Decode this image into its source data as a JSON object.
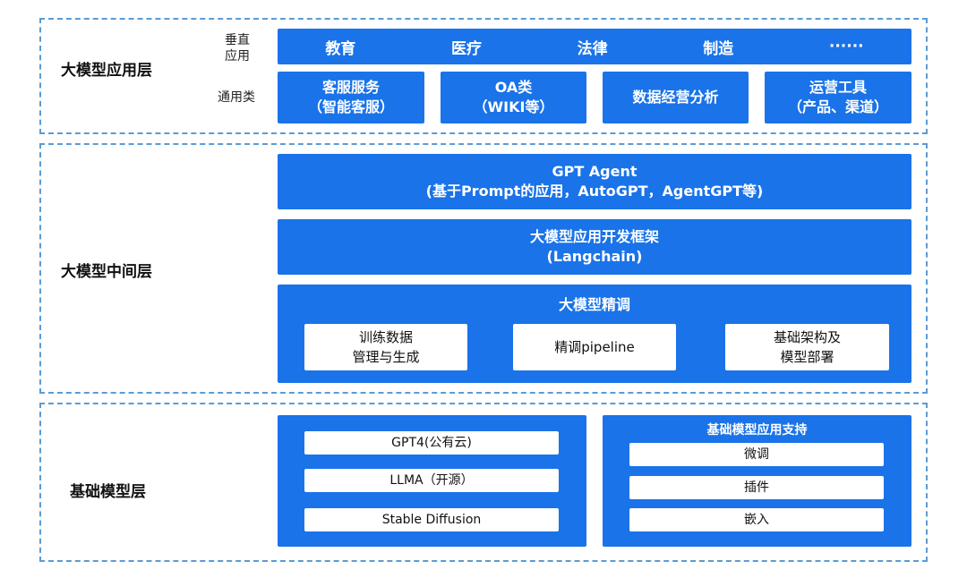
{
  "application_layer": {
    "title": "大模型应用层",
    "vertical_label_line1": "垂直",
    "vertical_label_line2": "应用",
    "general_label": "通用类",
    "vertical_items": [
      "教育",
      "医疗",
      "法律",
      "制造",
      "······"
    ],
    "general_items": [
      {
        "line1": "客服服务",
        "line2": "（智能客服）"
      },
      {
        "line1": "OA类",
        "line2": "（WIKI等）"
      },
      {
        "line1": "数据经营分析",
        "line2": ""
      },
      {
        "line1": "运营工具",
        "line2": "（产品、渠道）"
      }
    ]
  },
  "middle_layer": {
    "title": "大模型中间层",
    "agent": {
      "line1": "GPT Agent",
      "line2": "(基于Prompt的应用，AutoGPT，AgentGPT等)"
    },
    "framework": {
      "line1": "大模型应用开发框架",
      "line2": "(Langchain)"
    },
    "finetune": {
      "title": "大模型精调",
      "items": [
        {
          "line1": "训练数据",
          "line2": "管理与生成"
        },
        {
          "line1": "精调pipeline",
          "line2": ""
        },
        {
          "line1": "基础架构及",
          "line2": "模型部署"
        }
      ]
    }
  },
  "base_layer": {
    "title": "基础模型层",
    "models": [
      "GPT4(公有云)",
      "LLMA（开源）",
      "Stable Diffusion"
    ],
    "support": {
      "title": "基础模型应用支持",
      "items": [
        "微调",
        "插件",
        "嵌入"
      ]
    }
  },
  "colors": {
    "primary_blue": "#1a73e8",
    "dashed_border": "#5b9bd5"
  }
}
